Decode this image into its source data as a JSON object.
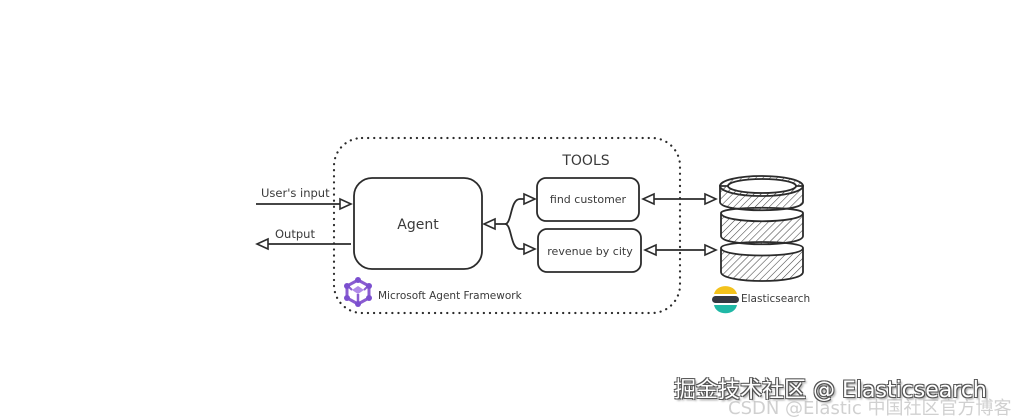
{
  "diagram": {
    "inputs": {
      "user_input": "User's input",
      "output": "Output"
    },
    "agent_label": "Agent",
    "tools_title": "TOOLS",
    "tools": [
      {
        "label": "find customer"
      },
      {
        "label": "revenue by city"
      }
    ],
    "framework_label": "Microsoft Agent Framework",
    "datastore_label": "Elasticsearch",
    "colors": {
      "stroke": "#2b2b2b",
      "framework_purple": "#8a5cd1",
      "elastic_yellow": "#f3c21c",
      "elastic_dark": "#343741",
      "elastic_teal": "#1fb8a6"
    }
  },
  "watermark": {
    "primary": "掘金技术社区 @ Elasticsearch",
    "secondary": "CSDN @Elastic 中国社区官方博客"
  }
}
